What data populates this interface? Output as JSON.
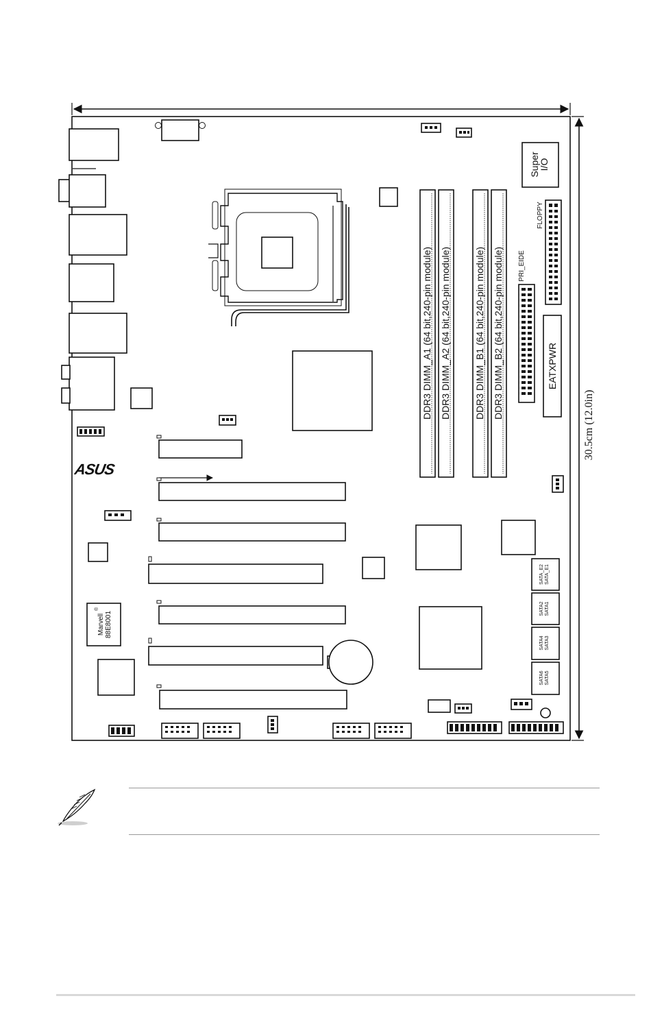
{
  "diagram": {
    "dimension_label": "30.5cm (12.0in)",
    "logo_text": "ASUS",
    "labels": {
      "super_io": [
        "Super",
        "I/O"
      ],
      "floppy": "FLOPPY",
      "pri_eide": "PRI_EIDE",
      "eatxpwr": "EATXPWR",
      "marvell": [
        "Marvell",
        "88E8001"
      ],
      "marvell_mark": "®"
    },
    "dimm_slots": [
      {
        "label": "DDR3 DIMM_A1 (64 bit,240-pin module)"
      },
      {
        "label": "DDR3 DIMM_A2 (64 bit,240-pin module)"
      },
      {
        "label": "DDR3 DIMM_B1 (64 bit,240-pin module)"
      },
      {
        "label": "DDR3 DIMM_B2 (64 bit,240-pin module)"
      }
    ],
    "sata_ports": [
      {
        "top": "SATA_E2",
        "bottom": "SATA_E1"
      },
      {
        "top": "SATA2",
        "bottom": "SATA1"
      },
      {
        "top": "SATA4",
        "bottom": "SATA3"
      },
      {
        "top": "SATA6",
        "bottom": "SATA5"
      }
    ]
  },
  "note": {
    "icon": "feather-pen-icon",
    "text": ""
  }
}
